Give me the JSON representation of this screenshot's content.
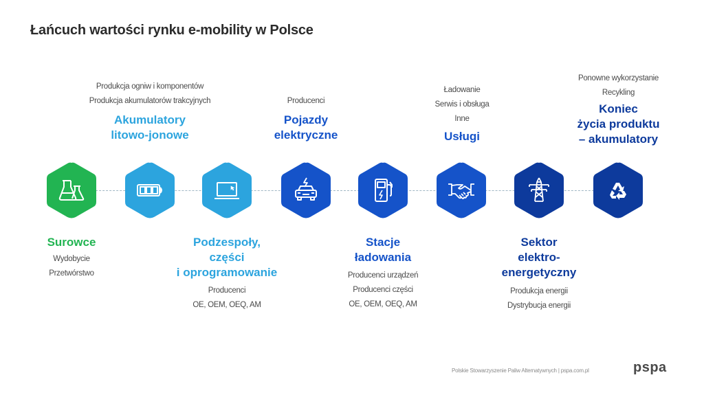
{
  "title": "Łańcuch wartości rynku e-mobility w Polsce",
  "colors": {
    "green": "#22b452",
    "light_blue": "#2ca4de",
    "blue": "#1553c9",
    "dark_blue": "#0d3a9c",
    "connector": "#9fb6c4"
  },
  "stages": [
    {
      "id": "surowce",
      "icon": "flask-icon",
      "color": "#22b452",
      "label_position": "below",
      "heading": [
        "Surowce"
      ],
      "details": [
        "Wydobycie",
        "Przetwórstwo"
      ]
    },
    {
      "id": "akumulatory",
      "icon": "battery-icon",
      "color": "#2ca4de",
      "label_position": "above",
      "heading": [
        "Akumulatory",
        "litowo-jonowe"
      ],
      "details": [
        "Produkcja ogniw i komponentów",
        "Produkcja akumulatorów trakcyjnych"
      ]
    },
    {
      "id": "podzespoly",
      "icon": "laptop-icon",
      "color": "#2ca4de",
      "label_position": "below",
      "heading": [
        "Podzespoły,",
        "części",
        "i oprogramowanie"
      ],
      "details": [
        "Producenci",
        "OE, OEM, OEQ, AM"
      ]
    },
    {
      "id": "pojazdy",
      "icon": "electric-car-icon",
      "color": "#1553c9",
      "label_position": "above",
      "heading": [
        "Pojazdy",
        "elektryczne"
      ],
      "details": [
        "Producenci"
      ]
    },
    {
      "id": "stacje",
      "icon": "charging-station-icon",
      "color": "#1553c9",
      "label_position": "below",
      "heading": [
        "Stacje",
        "ładowania"
      ],
      "details": [
        "Producenci urządzeń",
        "Producenci części",
        "OE, OEM, OEQ, AM"
      ]
    },
    {
      "id": "uslugi",
      "icon": "handshake-icon",
      "color": "#1553c9",
      "label_position": "above",
      "heading": [
        "Usługi"
      ],
      "details": [
        "Ładowanie",
        "Serwis i obsługa",
        "Inne"
      ]
    },
    {
      "id": "sektor",
      "icon": "power-pylon-icon",
      "color": "#0d3a9c",
      "label_position": "below",
      "heading": [
        "Sektor",
        "elektro-",
        "energetyczny"
      ],
      "details": [
        "Produkcja energii",
        "Dystrybucja energii"
      ]
    },
    {
      "id": "koniec",
      "icon": "recycle-icon",
      "color": "#0d3a9c",
      "label_position": "above",
      "heading": [
        "Koniec",
        "życia produktu",
        "– akumulatory"
      ],
      "details": [
        "Ponowne wykorzystanie",
        "Recykling"
      ]
    }
  ],
  "footer": {
    "text": "Polskie Stowarzyszenie Paliw Alternatywnych  |  pspa.com.pl",
    "logo": "pspa"
  }
}
